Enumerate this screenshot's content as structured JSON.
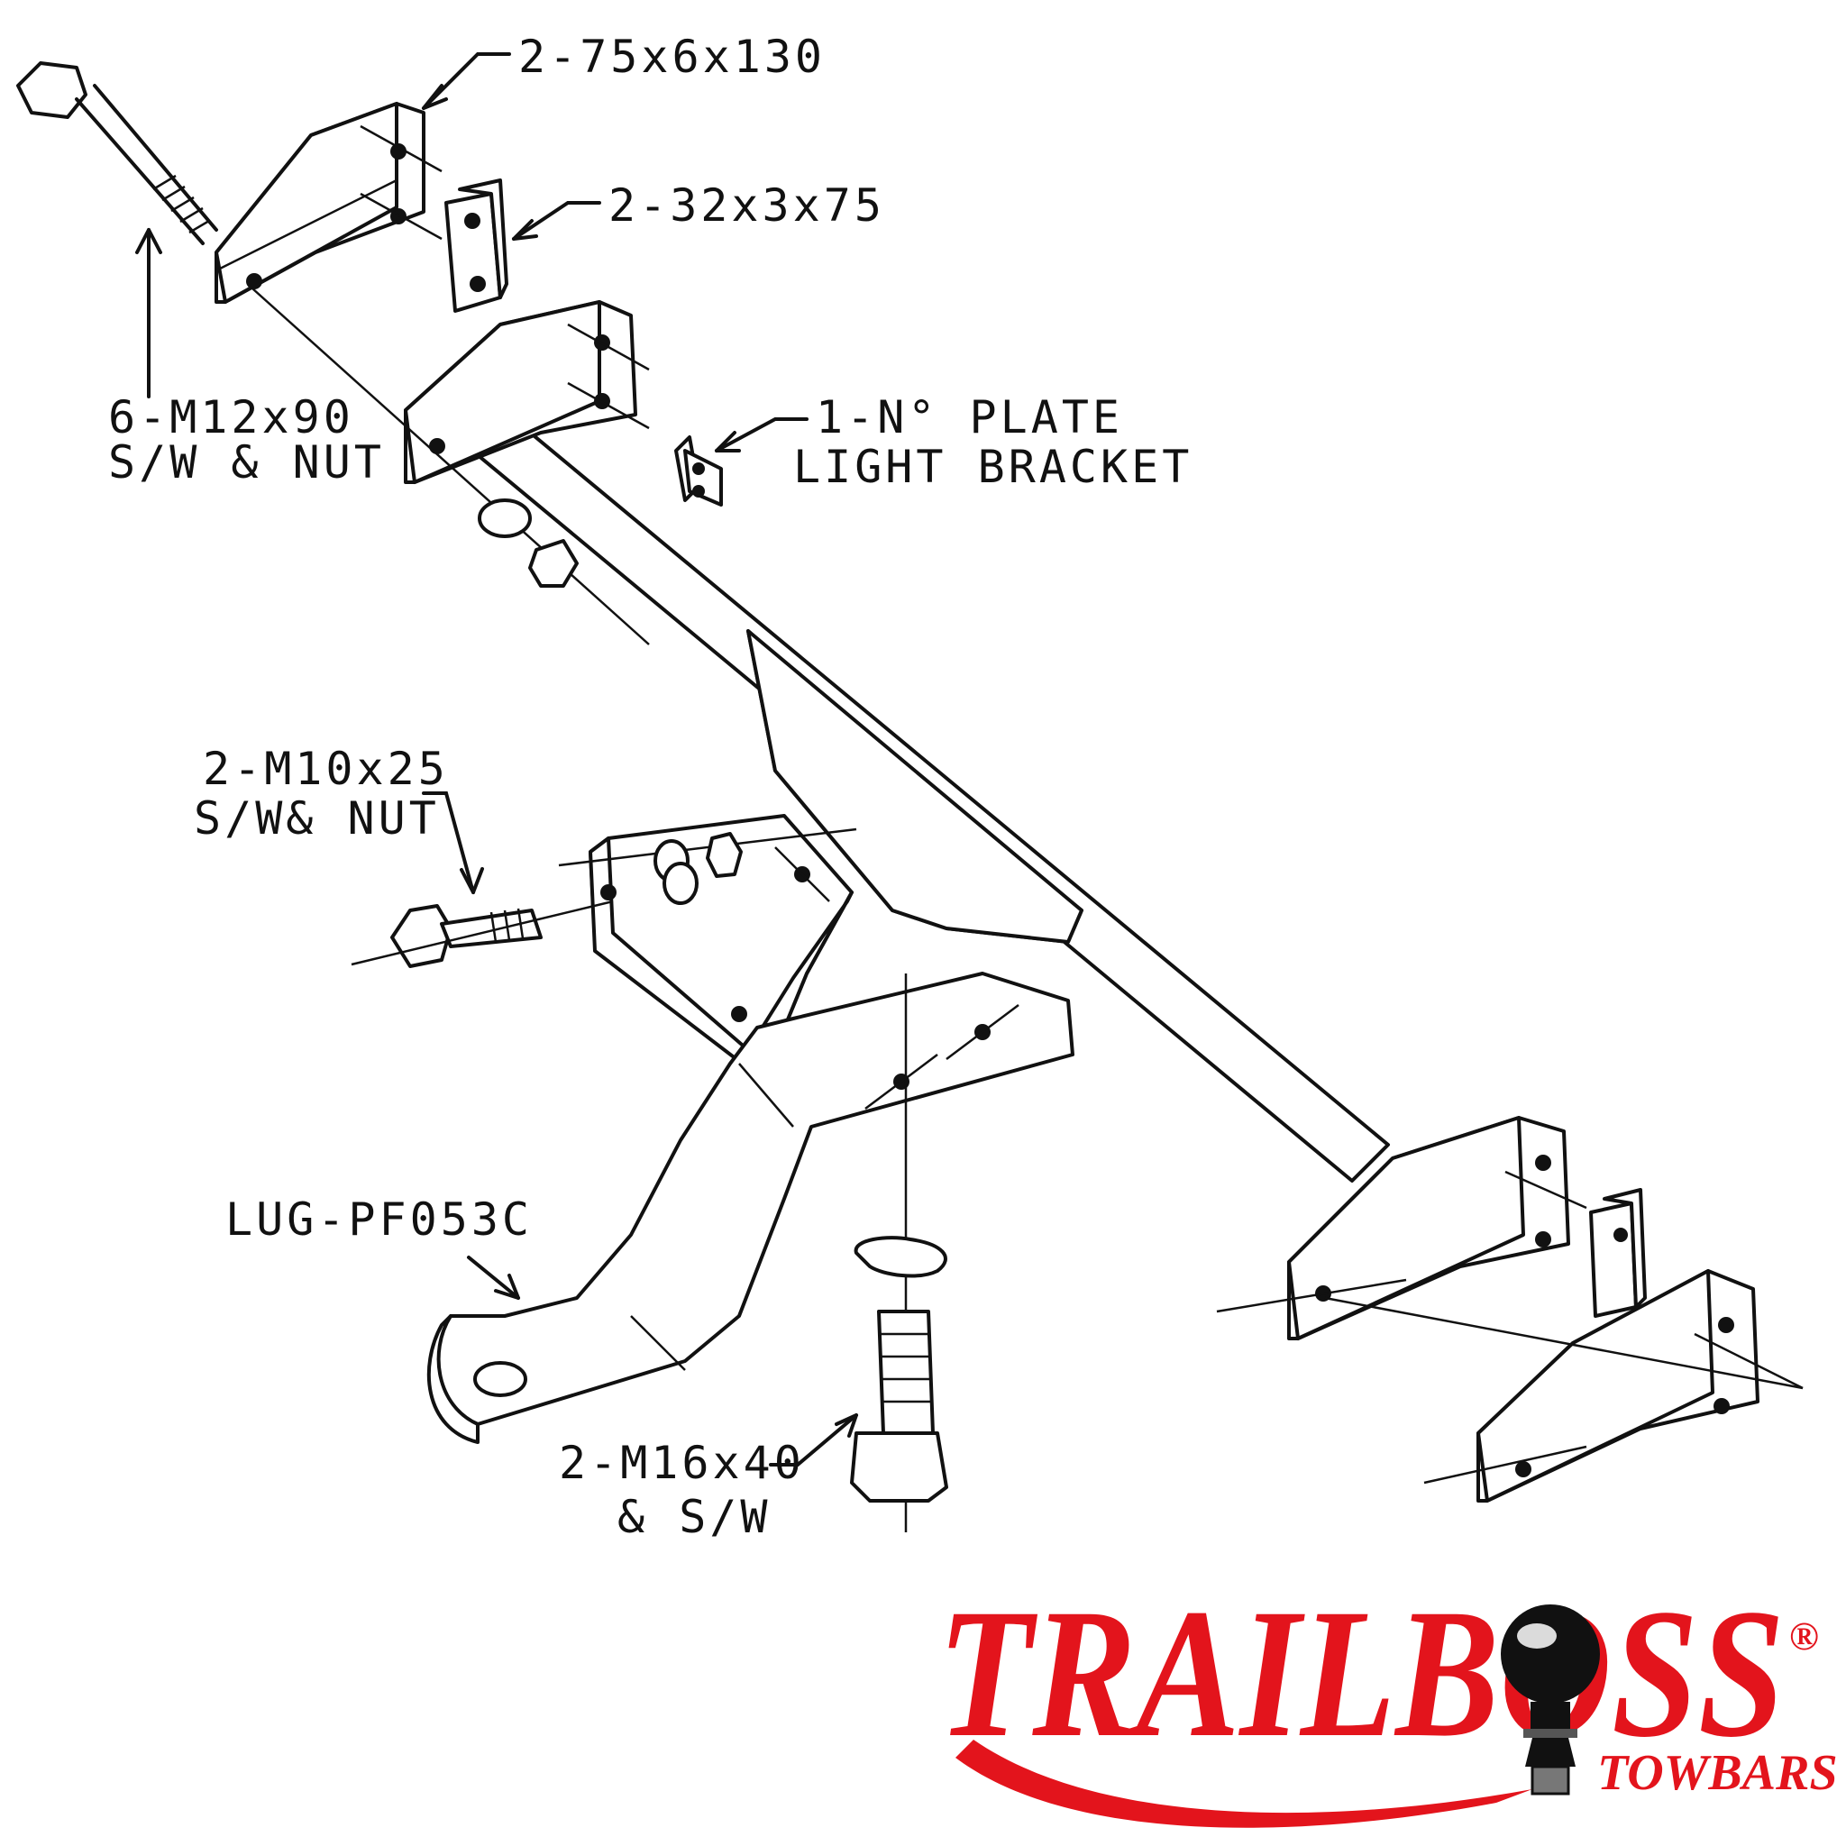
{
  "labels": {
    "bracket_plate": "2-75x6x130",
    "spacer_plate": "2-32x3x75",
    "main_bolts": "6-M12x90",
    "main_bolts_line2": "S/W & NUT",
    "plate_bracket": "1-N° PLATE",
    "plate_bracket_line2": "LIGHT BRACKET",
    "lug_bolts": "2-M10x25",
    "lug_bolts_line2": "S/W& NUT",
    "lug": "LUG-PF053C",
    "ball_bolts": "2-M16x40",
    "ball_bolts_line2": "& S/W"
  },
  "brand": {
    "name": "TRAILBOSS",
    "registered": "®",
    "tagline": "TOWBARS",
    "color": "#e3141c"
  }
}
